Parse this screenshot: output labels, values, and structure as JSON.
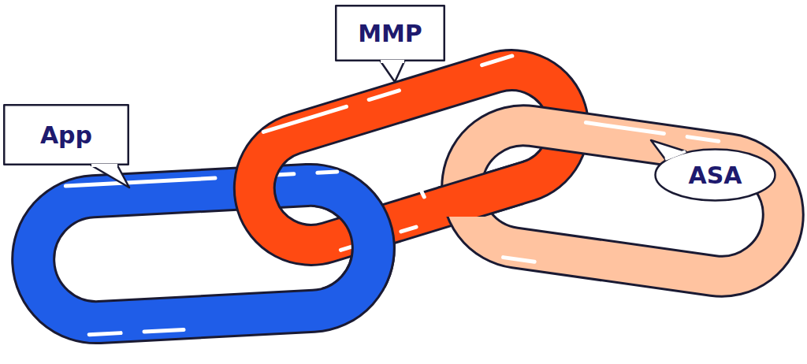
{
  "diagram": {
    "nodes": [
      {
        "text": [
          "App"
        ]
      },
      {
        "text": [
          "MMP"
        ]
      },
      {
        "text": [
          "ASA"
        ]
      }
    ]
  }
}
